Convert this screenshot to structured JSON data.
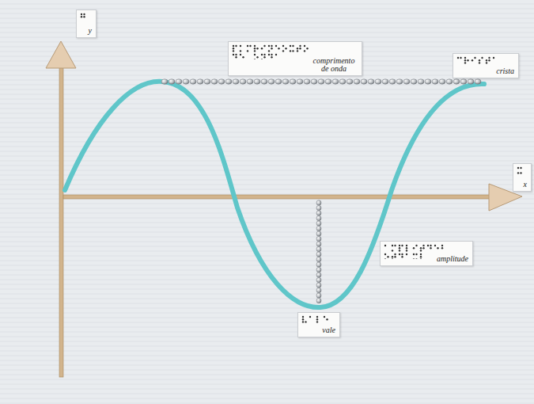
{
  "diagram": {
    "nodes": [
      {
        "text": [
          "y"
        ]
      },
      {
        "text": [
          "comprimento de onda"
        ]
      },
      {
        "text": [
          "crista"
        ]
      },
      {
        "text": [
          "x"
        ]
      },
      {
        "text": [
          "amplitude"
        ]
      },
      {
        "text": [
          "vale"
        ]
      }
    ]
  }
}
